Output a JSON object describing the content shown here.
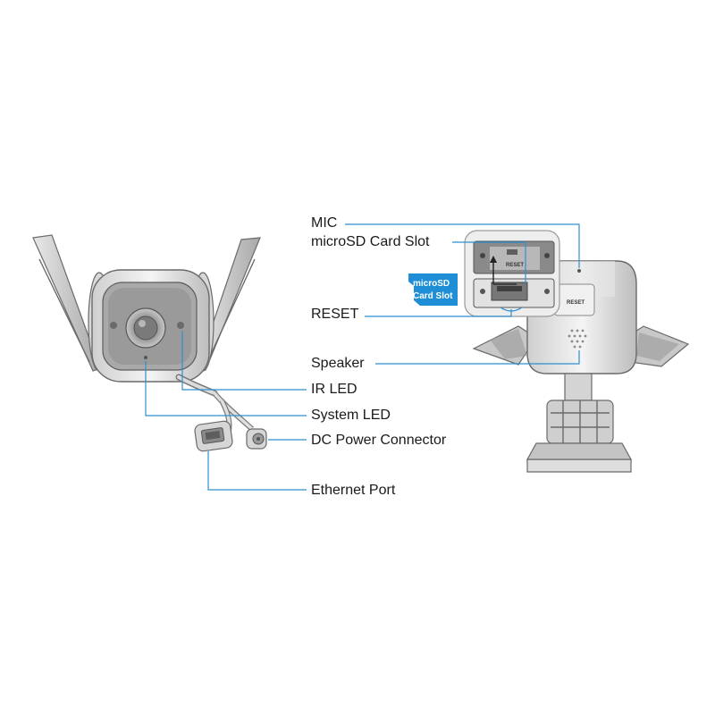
{
  "labels": {
    "mic": "MIC",
    "microsd_slot": "microSD Card Slot",
    "reset": "RESET",
    "speaker": "Speaker",
    "ir_led": "IR LED",
    "system_led": "System LED",
    "dc_power": "DC Power Connector",
    "ethernet": "Ethernet Port"
  },
  "card": {
    "line1": "microSD",
    "line2": "Card Slot"
  },
  "slot_text": "RESET",
  "colors": {
    "leader": "#2f8fd0",
    "card": "#1e8fd6"
  }
}
